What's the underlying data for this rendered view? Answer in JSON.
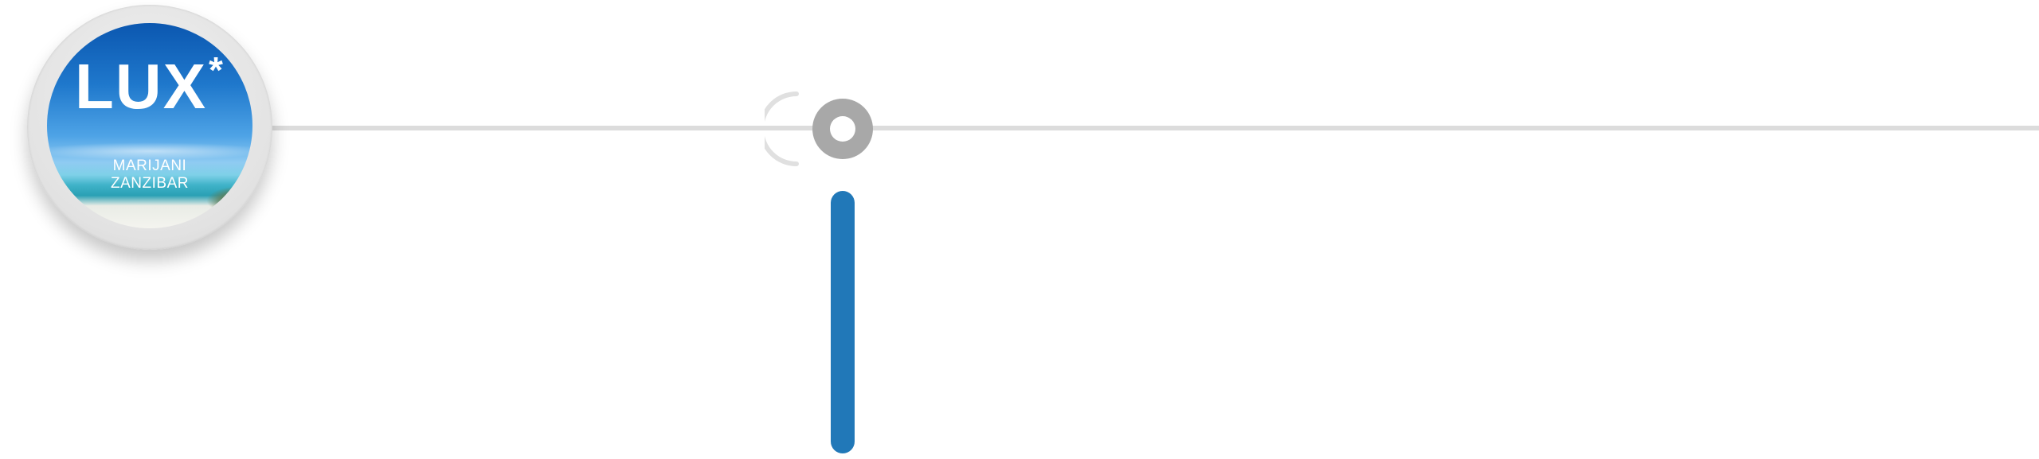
{
  "logo": {
    "brand": "LUX",
    "mark": "*",
    "line1": "MARIJANI",
    "line2": "ZANZIBAR"
  },
  "colors": {
    "accent": "#2178b8",
    "line": "#dcdcdc",
    "node": "#a8a8a8"
  },
  "icons": {
    "loader": "loading-spinner-icon",
    "node": "timeline-node-icon"
  }
}
